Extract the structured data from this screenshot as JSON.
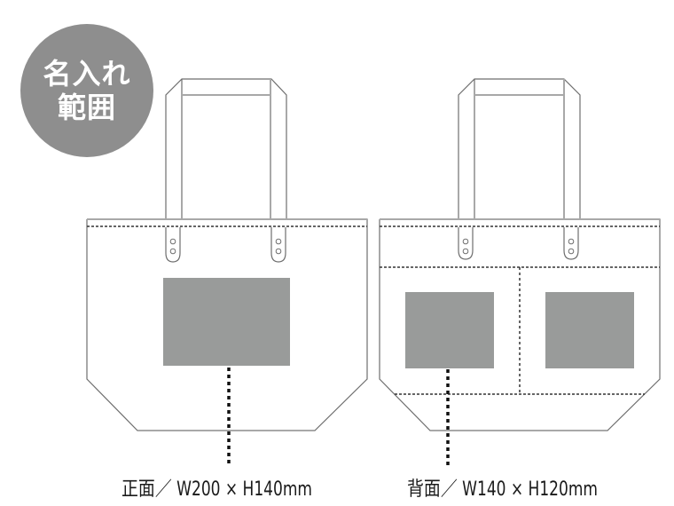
{
  "badge": {
    "line1": "名入れ",
    "line2": "範囲",
    "color": "#8e8e8e",
    "text_color": "#ffffff"
  },
  "colors": {
    "outline": "#6e6e6e",
    "light_outline": "#a8a8a8",
    "print_area": "#999b9a",
    "leader": "#111111",
    "background": "#ffffff"
  },
  "front": {
    "label": "正面",
    "caption": "正面／ W200 × H140mm",
    "print_area": {
      "width_mm": 200,
      "height_mm": 140
    }
  },
  "back": {
    "label": "背面",
    "caption": "背面／ W140 × H120mm",
    "print_area": {
      "width_mm": 140,
      "height_mm": 120
    },
    "print_area_count": 2
  }
}
